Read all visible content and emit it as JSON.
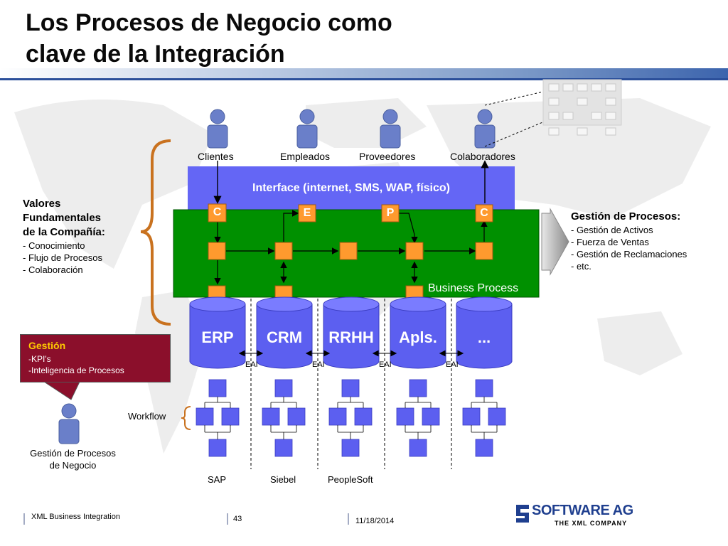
{
  "title": {
    "line1": "Los Procesos de Negocio como",
    "line2": "clave de la Integración"
  },
  "actors": [
    "Clientes",
    "Empleados",
    "Proveedores",
    "Colaboradores"
  ],
  "interface_label": "Interface (internet, SMS, WAP, físico)",
  "channel_boxes": [
    "C",
    "E",
    "P",
    "C"
  ],
  "business_process_label": "Business Process",
  "systems": [
    "ERP",
    "CRM",
    "RRHH",
    "Apls.",
    "..."
  ],
  "eai_label": "EAI",
  "workflow_label": "Workflow",
  "vendors": [
    "SAP",
    "Siebel",
    "PeopleSoft"
  ],
  "left_panel": {
    "title": [
      "Valores",
      "Fundamentales",
      "de la Compañía:"
    ],
    "items": [
      "- Conocimiento",
      "- Flujo de Procesos",
      "- Colaboración"
    ]
  },
  "right_panel": {
    "title": "Gestión de Procesos:",
    "items": [
      "- Gestión de Activos",
      "- Fuerza de Ventas",
      "- Gestión de Reclamaciones",
      "- etc."
    ]
  },
  "gestion_box": {
    "title": "Gestión",
    "items": [
      "-KPI's",
      "-Inteligencia de Procesos"
    ]
  },
  "bpm_person_label": [
    "Gestión de Procesos",
    "de Negocio"
  ],
  "footer": {
    "left": "XML Business Integration",
    "page": "43",
    "date": "11/18/2014",
    "logo_text": "SOFTWARE AG",
    "logo_tagline": "THE XML COMPANY"
  },
  "colors": {
    "interface": "#6466f5",
    "business_process": "#009000",
    "activity": "#ff9a2e",
    "database": "#5c5ff0",
    "brace": "#c9721f",
    "gestion_box": "#8b0f2b"
  }
}
